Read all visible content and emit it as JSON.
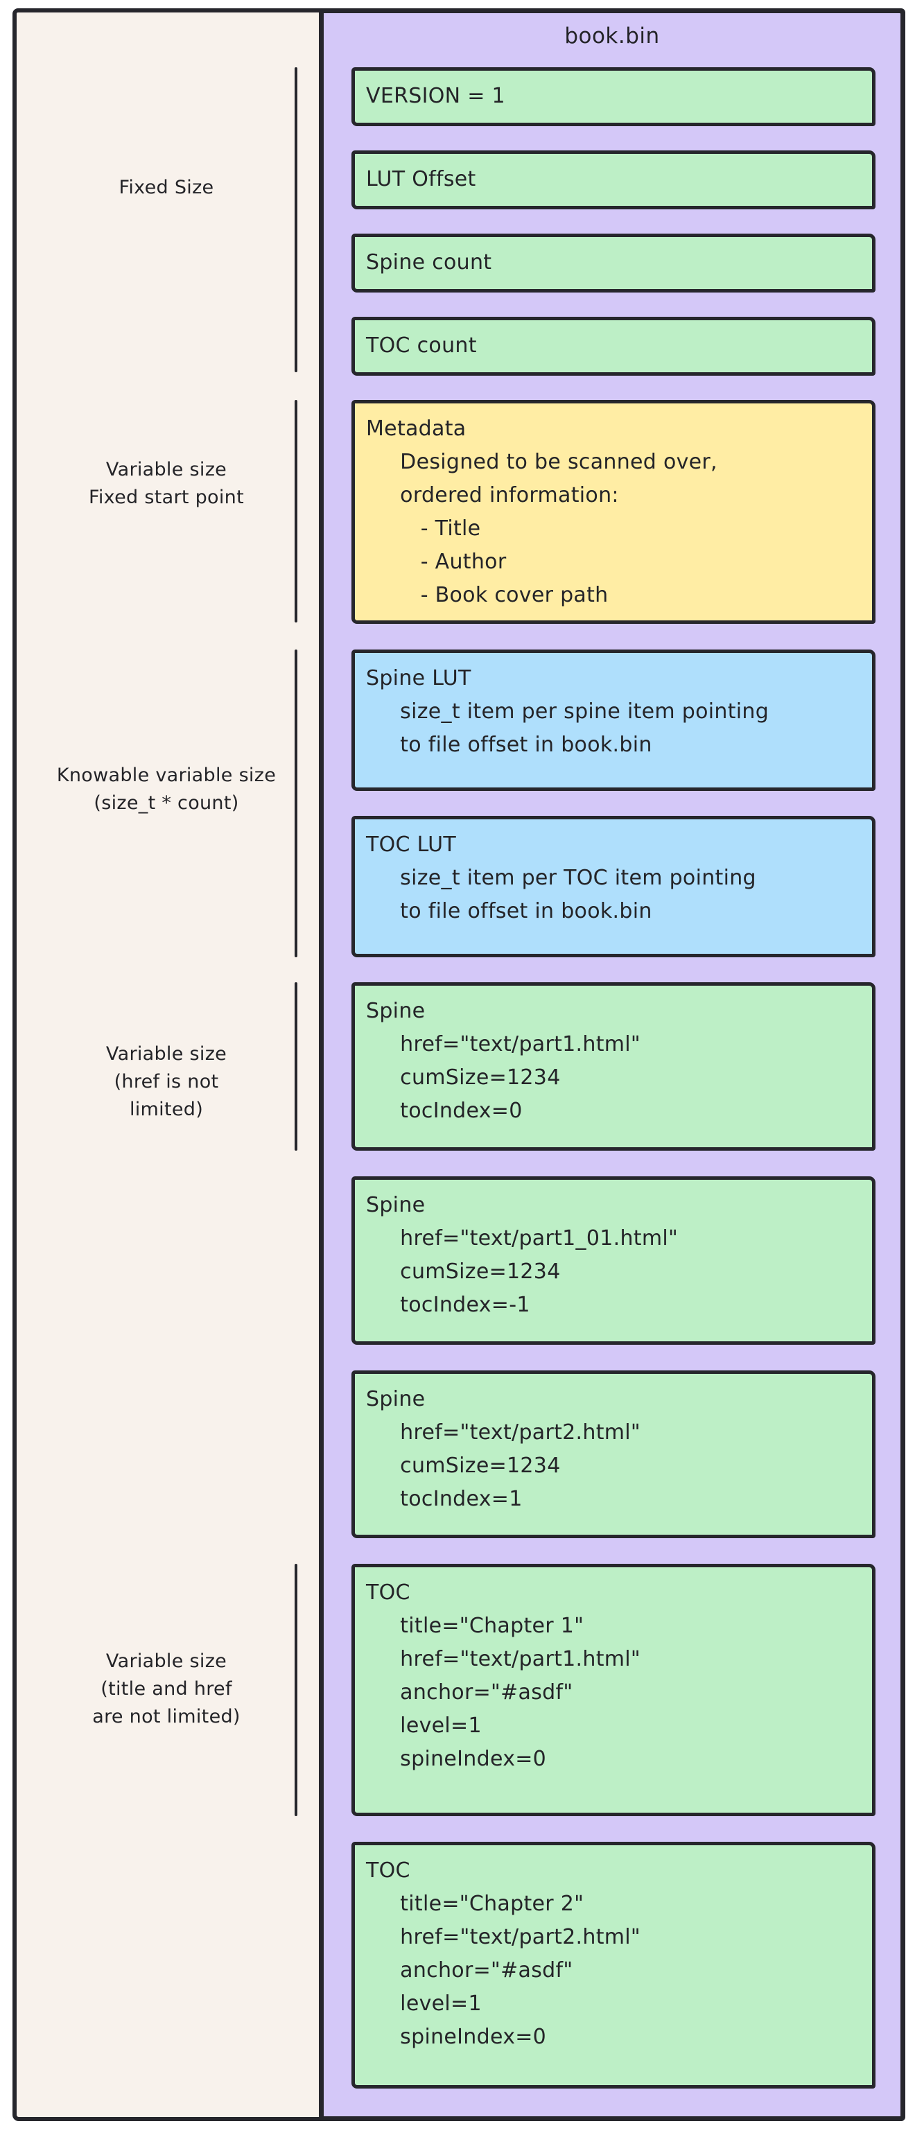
{
  "colors": {
    "frame_bg": "#f8f2ec",
    "panel_bg": "#d4c8f8",
    "green": "#bdefc6",
    "yellow": "#ffeda4",
    "blue": "#afdffc",
    "stroke": "#26262c",
    "text": "#242428"
  },
  "panel": {
    "title": "book.bin",
    "boxes": [
      {
        "id": "version",
        "color": "green",
        "text": "VERSION = 1"
      },
      {
        "id": "lut-offset",
        "color": "green",
        "text": "LUT Offset"
      },
      {
        "id": "spine-count",
        "color": "green",
        "text": "Spine count"
      },
      {
        "id": "toc-count",
        "color": "green",
        "text": "TOC count"
      },
      {
        "id": "metadata",
        "color": "yellow",
        "text": "Metadata\n     Designed to be scanned over,\n     ordered information:\n        - Title\n        - Author\n        - Book cover path"
      },
      {
        "id": "spine-lut",
        "color": "blue",
        "text": "Spine LUT\n     size_t item per spine item pointing\n     to file offset in book.bin"
      },
      {
        "id": "toc-lut",
        "color": "blue",
        "text": "TOC LUT\n     size_t item per TOC item pointing\n     to file offset in book.bin"
      },
      {
        "id": "spine-1",
        "color": "green",
        "text": "Spine\n     href=\"text/part1.html\"\n     cumSize=1234\n     tocIndex=0"
      },
      {
        "id": "spine-2",
        "color": "green",
        "text": "Spine\n     href=\"text/part1_01.html\"\n     cumSize=1234\n     tocIndex=-1"
      },
      {
        "id": "spine-3",
        "color": "green",
        "text": "Spine\n     href=\"text/part2.html\"\n     cumSize=1234\n     tocIndex=1"
      },
      {
        "id": "toc-1",
        "color": "green",
        "text": "TOC\n     title=\"Chapter 1\"\n     href=\"text/part1.html\"\n     anchor=\"#asdf\"\n     level=1\n     spineIndex=0"
      },
      {
        "id": "toc-2",
        "color": "green",
        "text": "TOC\n     title=\"Chapter 2\"\n     href=\"text/part2.html\"\n     anchor=\"#asdf\"\n     level=1\n     spineIndex=0"
      }
    ]
  },
  "labels": [
    {
      "id": "fixed-size",
      "text": "Fixed Size"
    },
    {
      "id": "variable-fixed-start",
      "text": "Variable size\nFixed start point"
    },
    {
      "id": "knowable-variable",
      "text": "Knowable variable size\n(size_t * count)"
    },
    {
      "id": "variable-href",
      "text": "Variable size\n(href is not\nlimited)"
    },
    {
      "id": "variable-title-href",
      "text": "Variable size\n(title and href\nare not limited)"
    }
  ]
}
